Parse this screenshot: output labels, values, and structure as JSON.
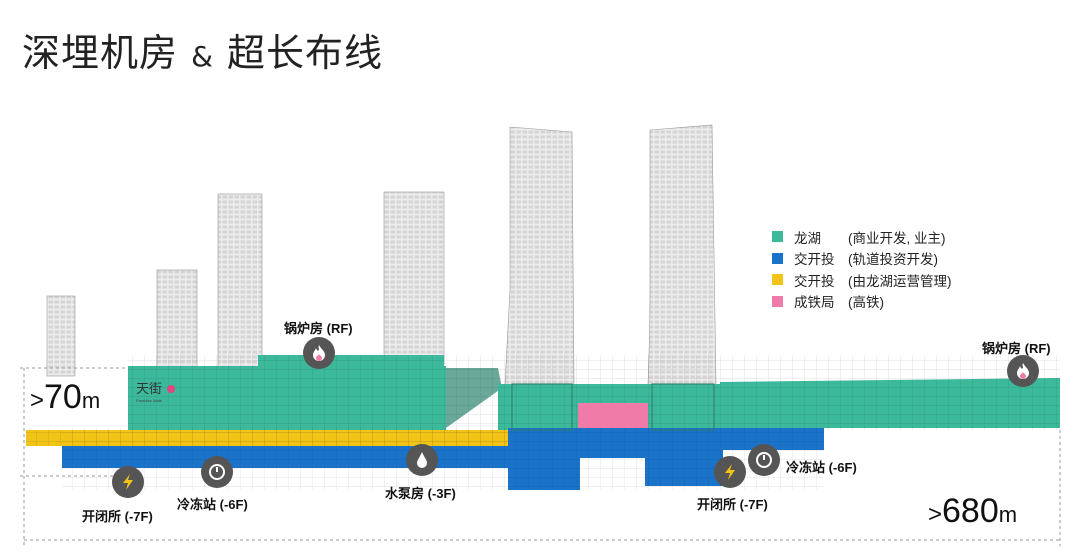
{
  "title": {
    "main": "深埋机房",
    "amp": "&",
    "rest": "超长布线"
  },
  "legend": [
    {
      "org": "龙湖",
      "desc": "(商业开发, 业主)",
      "color": "#3cb89b"
    },
    {
      "org": "交开投",
      "desc": "(轨道投资开发)",
      "color": "#1a73c8"
    },
    {
      "org": "交开投",
      "desc": "(由龙湖运营管理)",
      "color": "#f2c418"
    },
    {
      "org": "成铁局",
      "desc": "(高铁)",
      "color": "#f07aa8"
    }
  ],
  "rooms": {
    "boiler_1": "锅炉房 (RF)",
    "boiler_2": "锅炉房 (RF)",
    "switch_1": "开闭所 (-7F)",
    "chiller_1": "冷冻站 (-6F)",
    "pump": "水泵房 (-3F)",
    "switch_2": "开闭所 (-7F)",
    "chiller_2": "冷冻站 (-6F)"
  },
  "dimensions": {
    "height": {
      "gt": ">",
      "value": "70",
      "unit": "m"
    },
    "length": {
      "gt": ">",
      "value": "680",
      "unit": "m"
    }
  },
  "logo": {
    "cn": "天街",
    "en": "Paradise Walk"
  },
  "icons": {
    "boiler": "flame-icon",
    "switch": "lightning-icon",
    "chiller": "gauge-icon",
    "pump": "water-drop-icon"
  }
}
